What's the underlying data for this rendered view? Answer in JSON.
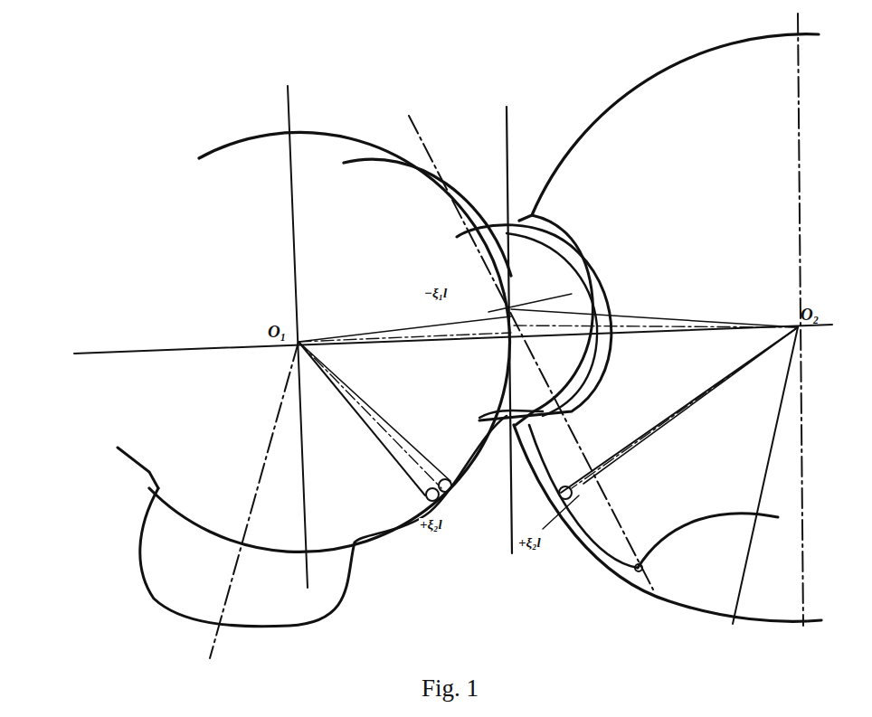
{
  "diagram": {
    "caption": "Fig. 1",
    "labels": [
      "O₁",
      "O₂",
      "−ξ₁l",
      "+ξ₂l",
      "+ξ₂l"
    ]
  }
}
